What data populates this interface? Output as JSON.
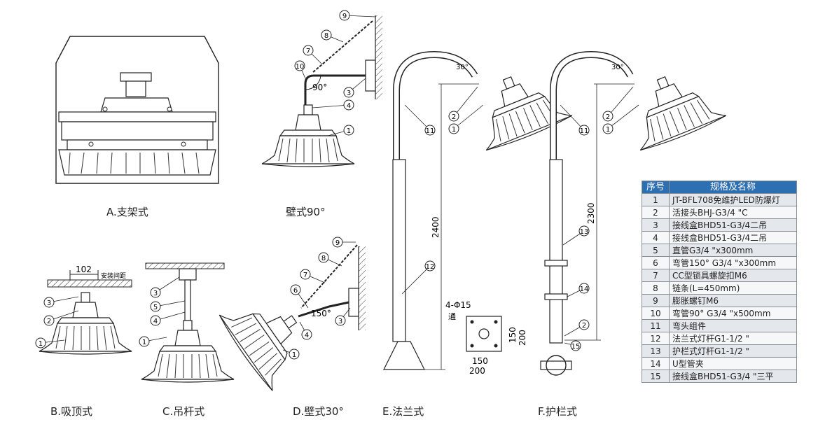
{
  "captions": {
    "a": "A.支架式",
    "wall90": "壁式90°",
    "b": "B.吸顶式",
    "c": "C.吊杆式",
    "d": "D.壁式30°",
    "e": "E.法兰式",
    "f": "F.护栏式"
  },
  "dimensions": {
    "b_width": "102",
    "b_note": "安装间距",
    "angle_90": "90°",
    "angle_150": "150°",
    "angle_30_e": "30°",
    "angle_30_f": "30°",
    "height_e": "2400",
    "height_f": "2300",
    "hole_spec": "4-Φ15",
    "hole_through": "通",
    "flange_150_v": "150",
    "flange_200_v": "200",
    "flange_150_h": "150",
    "flange_200_h": "200"
  },
  "spec_table": {
    "header_no": "序号",
    "header_name": "规格及名称",
    "rows": [
      {
        "no": "1",
        "name": "JT-BFL708免维护LED防爆灯"
      },
      {
        "no": "2",
        "name": "活接头BHJ-G3/4 \"C"
      },
      {
        "no": "3",
        "name": "接线盒BHD51-G3/4二吊"
      },
      {
        "no": "4",
        "name": "接线盒BHD51-G3/4二吊"
      },
      {
        "no": "5",
        "name": "直管G3/4 \"x300mm"
      },
      {
        "no": "6",
        "name": "弯管150° G3/4 \"x300mm"
      },
      {
        "no": "7",
        "name": "CC型锁具螺旋扣M6"
      },
      {
        "no": "8",
        "name": "链条(L=450mm)"
      },
      {
        "no": "9",
        "name": "膨胀螺钉M6"
      },
      {
        "no": "10",
        "name": "弯管90° G3/4 \"x500mm"
      },
      {
        "no": "11",
        "name": "弯头组件"
      },
      {
        "no": "12",
        "name": "法兰式灯杆G1-1/2 \""
      },
      {
        "no": "13",
        "name": "护栏式灯杆G1-1/2 \""
      },
      {
        "no": "14",
        "name": "U型管夹"
      },
      {
        "no": "15",
        "name": "接线盒BHD51-G3/4 \"三平"
      }
    ]
  }
}
